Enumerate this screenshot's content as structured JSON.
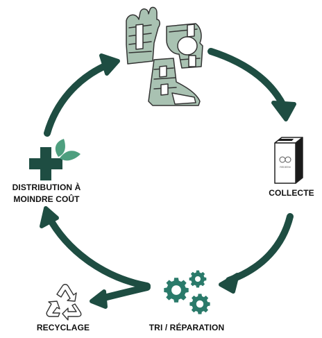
{
  "colors": {
    "primary": "#1e4d42",
    "teal": "#2a7a6a",
    "leaf": "#4e9f7f",
    "brace": "#a9c2b2",
    "outline": "#333333"
  },
  "nodes": {
    "distribution": {
      "line1": "DISTRIBUTION À",
      "line2": "MOINDRE COÛT",
      "icon": "medical-cross-leaf-icon"
    },
    "collecte": {
      "label": "COLLECTE",
      "icon": "collection-box-icon",
      "box_text": "REDEEM"
    },
    "tri": {
      "label": "TRI / RÉPARATION",
      "icon": "gears-icon"
    },
    "recycling": {
      "label": "RECYCLAGE",
      "icon": "recycle-icon"
    },
    "braces": {
      "icon": "orthopedic-braces-icon"
    }
  }
}
